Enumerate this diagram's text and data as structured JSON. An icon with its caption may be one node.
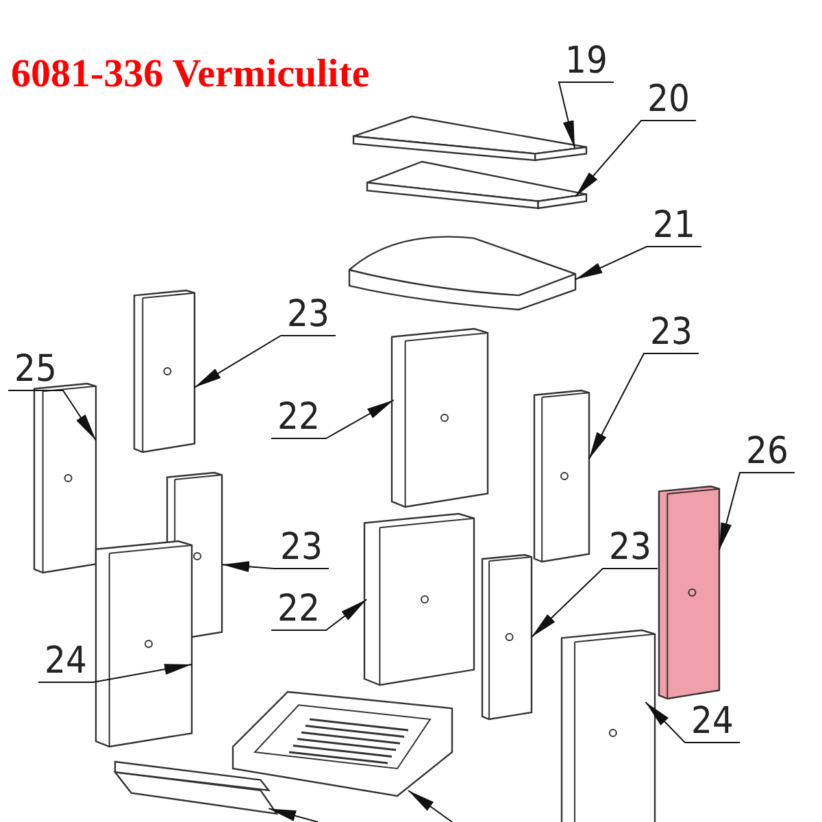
{
  "diagram": {
    "title": "6081-336 Vermiculite",
    "nodes": [
      {
        "text": [
          "19"
        ]
      },
      {
        "text": [],
        "shape": "box"
      },
      {
        "text": [
          "20"
        ]
      },
      {
        "text": [],
        "shape": "box"
      },
      {
        "text": [
          "21"
        ]
      },
      {
        "text": [],
        "shape": "box"
      },
      {
        "text": [
          "23"
        ]
      },
      {
        "text": [],
        "shape": "box"
      },
      {
        "text": [
          "25"
        ]
      },
      {
        "text": [],
        "shape": "box"
      },
      {
        "text": [
          "22"
        ]
      },
      {
        "text": [],
        "shape": "box"
      },
      {
        "text": [
          "23"
        ]
      },
      {
        "text": [],
        "shape": "box"
      },
      {
        "text": [
          "26"
        ]
      },
      {
        "text": [],
        "shape": "box"
      },
      {
        "text": [
          "23"
        ]
      },
      {
        "text": [],
        "shape": "box"
      },
      {
        "text": [
          "22"
        ]
      },
      {
        "text": [],
        "shape": "box"
      },
      {
        "text": [
          "23"
        ]
      },
      {
        "text": [],
        "shape": "box"
      },
      {
        "text": [
          "24"
        ]
      },
      {
        "text": [],
        "shape": "box"
      },
      {
        "text": [
          "24"
        ]
      },
      {
        "text": [],
        "shape": "box"
      },
      {
        "text": [],
        "shape": "box"
      },
      {
        "text": [],
        "shape": "box"
      }
    ],
    "edges": [
      {
        "from": 0,
        "to": 1,
        "arrow": "to"
      },
      {
        "from": 2,
        "to": 3,
        "arrow": "to"
      },
      {
        "from": 4,
        "to": 5,
        "arrow": "to"
      },
      {
        "from": 6,
        "to": 7,
        "arrow": "to"
      },
      {
        "from": 8,
        "to": 9,
        "arrow": "to"
      },
      {
        "from": 10,
        "to": 11,
        "arrow": "to"
      },
      {
        "from": 12,
        "to": 13,
        "arrow": "to"
      },
      {
        "from": 14,
        "to": 15,
        "arrow": "to"
      },
      {
        "from": 16,
        "to": 17,
        "arrow": "to"
      },
      {
        "from": 18,
        "to": 19,
        "arrow": "to"
      },
      {
        "from": 20,
        "to": 21,
        "arrow": "to"
      },
      {
        "from": 22,
        "to": 23,
        "arrow": "to"
      },
      {
        "from": 24,
        "to": 25,
        "arrow": "to"
      },
      {
        "from": null,
        "to": 26,
        "arrow": "to"
      },
      {
        "from": null,
        "to": 27,
        "arrow": "to"
      }
    ]
  }
}
